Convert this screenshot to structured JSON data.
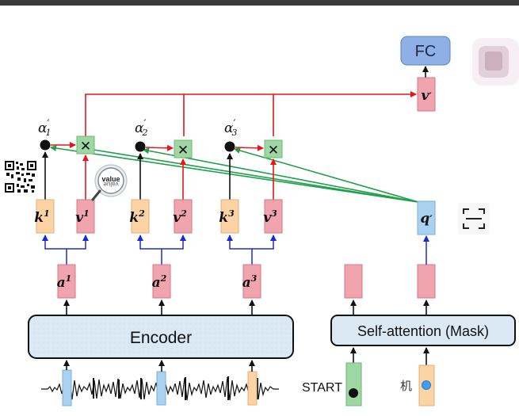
{
  "colors": {
    "red_arrow": "#e8151b",
    "green_line": "#1fa04a",
    "blue_arrow": "#1a2bd6",
    "pink_box": "#f0a4ad",
    "orange_box": "#fcd3a4",
    "blue_box": "#a8d2f0",
    "green_box": "#9fd7a4",
    "fc_box": "#8fb0e6",
    "encoder_fill": "#dbe9f5"
  },
  "fc": {
    "label": "FC"
  },
  "context_vector": {
    "label": "v",
    "prime": "′"
  },
  "query_vector": {
    "label": "q",
    "prime": "′"
  },
  "alphas": [
    {
      "symbol": "α",
      "prime": "′",
      "index": "1"
    },
    {
      "symbol": "α",
      "prime": "′",
      "index": "2"
    },
    {
      "symbol": "α",
      "prime": "′",
      "index": "3"
    }
  ],
  "multiply_symbol": "✕",
  "keys": [
    {
      "label": "k",
      "index": "1"
    },
    {
      "label": "k",
      "index": "2"
    },
    {
      "label": "k",
      "index": "3"
    }
  ],
  "values": [
    {
      "label": "v",
      "index": "1"
    },
    {
      "label": "v",
      "index": "2"
    },
    {
      "label": "v",
      "index": "3"
    }
  ],
  "encoder_outputs": [
    {
      "label": "a",
      "index": "1"
    },
    {
      "label": "a",
      "index": "2"
    },
    {
      "label": "a",
      "index": "3"
    }
  ],
  "encoder": {
    "label": "Encoder"
  },
  "decoder": {
    "label": "Self-attention (Mask)"
  },
  "decoder_inputs": [
    {
      "label": "START"
    },
    {
      "label": "机"
    }
  ],
  "magnifier": {
    "top_text": "value",
    "bottom_text": "value"
  }
}
